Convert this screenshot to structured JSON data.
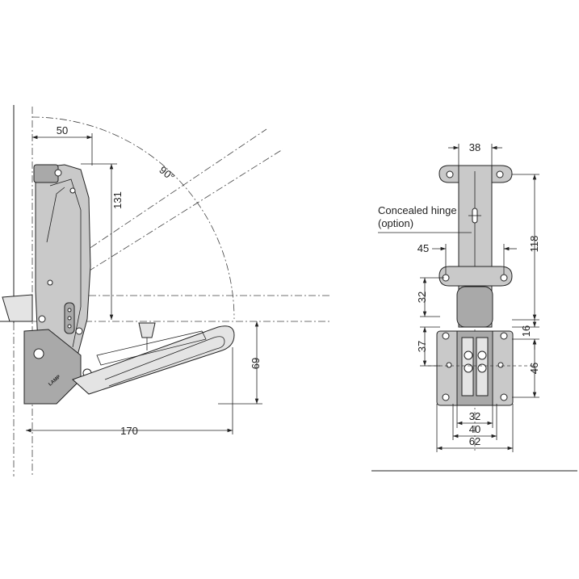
{
  "side_view": {
    "angle_label": "90°",
    "dim_top_width": "50",
    "dim_height": "131",
    "dim_bottom_height": "69",
    "dim_total_width": "170"
  },
  "front_view": {
    "dim_top_width": "38",
    "note_line1": "Concealed hinge",
    "note_line2": "(option)",
    "dim_hole_spacing": "45",
    "dim_height": "118",
    "dim_left_32": "32",
    "dim_left_37": "37",
    "dim_right_16": "16",
    "dim_right_46": "46",
    "dim_bottom_32": "32",
    "dim_bottom_40": "40",
    "dim_bottom_62": "62"
  },
  "brand_mark": "LAMP"
}
